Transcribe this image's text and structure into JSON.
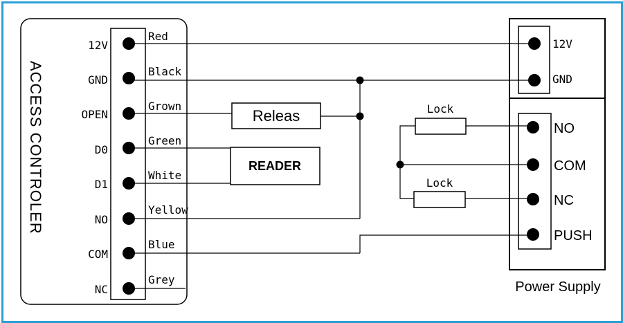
{
  "controller": {
    "title": "ACCESS CONTROLER",
    "terminals": [
      "12V",
      "GND",
      "OPEN",
      "D0",
      "D1",
      "NO",
      "COM",
      "NC"
    ],
    "wires": [
      "Red",
      "Black",
      "Grown",
      "Green",
      "White",
      "Yellow",
      "Blue",
      "Grey"
    ]
  },
  "components": {
    "release_label": "Releas",
    "reader_label": "READER",
    "lock_top_label": "Lock",
    "lock_bottom_label": "Lock"
  },
  "power_supply": {
    "title": "Power Supply",
    "top_terminals": [
      "12V",
      "GND"
    ],
    "bottom_terminals": [
      "NO",
      "COM",
      "NC",
      "PUSH"
    ]
  },
  "colors": {
    "frame": "#2a9fd6",
    "line": "#000000"
  }
}
